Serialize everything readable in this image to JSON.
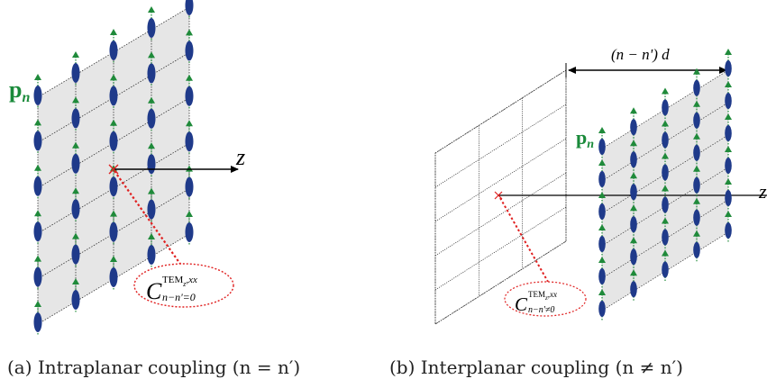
{
  "colors": {
    "dipole_body": "#1f3a8a",
    "dipole_arrow": "#1f8a3a",
    "plane_fill": "#e6e6e6",
    "grid_line": "#333333",
    "coupling_line": "#e02020",
    "label_green": "#1a8a3a"
  },
  "panel_a": {
    "dipole_label_main": "p",
    "dipole_label_sub": "n",
    "axis_label": "z",
    "coupling": {
      "symbol": "C",
      "superscript_main": "TEM",
      "superscript_sub": "z",
      "superscript_tail": ",xx",
      "subscript": "n−n'=0"
    },
    "caption": "(a) Intraplanar coupling (n = n′)"
  },
  "panel_b": {
    "separation_label": "(n − n') d",
    "dipole_label_main": "p",
    "dipole_label_sub": "n",
    "axis_label": "z",
    "coupling": {
      "symbol": "C",
      "superscript_main": "TEM",
      "superscript_sub": "z",
      "superscript_tail": ",xx",
      "subscript": "n−n'≠0"
    },
    "caption": "(b) Interplanar coupling (n ≠ n′)"
  }
}
